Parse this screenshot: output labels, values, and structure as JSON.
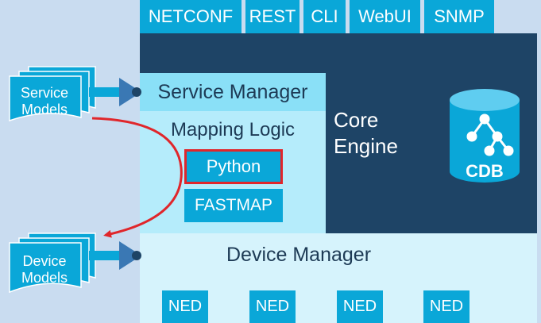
{
  "protocols": [
    "NETCONF",
    "REST",
    "CLI",
    "WebUI",
    "SNMP"
  ],
  "service_models": {
    "line1": "Service",
    "line2": "Models"
  },
  "device_models": {
    "line1": "Device",
    "line2": "Models"
  },
  "service_manager": "Service Manager",
  "mapping_logic": "Mapping Logic",
  "python": "Python",
  "fastmap": "FASTMAP",
  "core_engine": {
    "line1": "Core",
    "line2": "Engine"
  },
  "cdb": "CDB",
  "device_manager": "Device Manager",
  "neds": [
    "NED",
    "NED",
    "NED",
    "NED"
  ],
  "colors": {
    "background": "#c9dcf0",
    "core": "#1e4466",
    "cyan": "#0aa7d8",
    "mapping_fill": "#b5ecfb",
    "highlight": "#e0262b"
  }
}
